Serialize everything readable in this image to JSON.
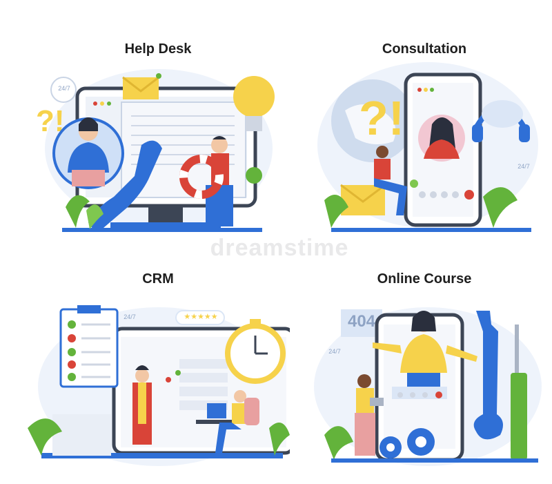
{
  "panels": {
    "help_desk": {
      "title": "Help Desk",
      "badge": "24/7"
    },
    "consultation": {
      "title": "Consultation",
      "badge": "24/7"
    },
    "crm": {
      "title": "CRM",
      "badge": "24/7",
      "rating": "★★★★★"
    },
    "online_course": {
      "title": "Online Course",
      "error_code": "404",
      "badge": "24/7"
    }
  },
  "watermark": {
    "text": "dreamstime"
  },
  "colors": {
    "screen_blue": "#2f6fd6",
    "light_blue": "#dbe6f6",
    "yellow": "#f6d24b",
    "red": "#d94438",
    "green": "#63b33b",
    "dark": "#2a2f3d"
  }
}
